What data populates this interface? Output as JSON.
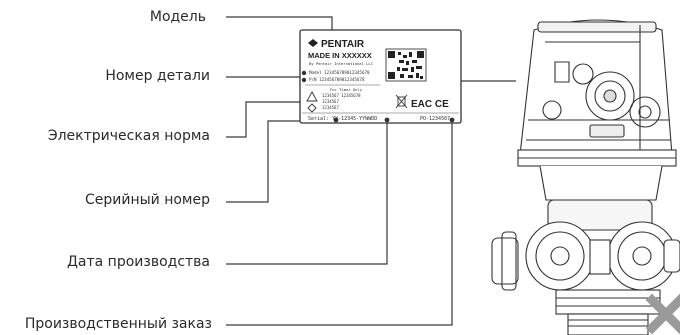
{
  "callouts": {
    "model": "Модель",
    "part_number": "Номер детали",
    "electrical_rating": "Электрическая норма",
    "serial_number": "Серийный номер",
    "production_date": "Дата производства",
    "production_order": "Производственный заказ"
  },
  "label": {
    "brand": "PENTAIR",
    "made_in": "MADE IN XXXXXX",
    "by_line": "By Pentair International LLC",
    "model_code": "Model 123456789012345678",
    "pn_code": "P/N 123456789012345678",
    "timer_header": "For Timer Only",
    "timer_lines": [
      "1234567  12345678",
      "1234567",
      "1234567"
    ],
    "serial": "Serial: YY-12345-YYWWDD",
    "order": "PO-1234567",
    "marks": "EAC CE"
  },
  "icons": [
    "pentair-logo-icon",
    "qr-code-icon",
    "warning-icon",
    "weee-bin-icon",
    "eac-mark-icon",
    "ce-mark-icon"
  ],
  "colors": {
    "line": "#3a3a3a",
    "text": "#2b2b2b",
    "accent": "#9a9a9a"
  }
}
